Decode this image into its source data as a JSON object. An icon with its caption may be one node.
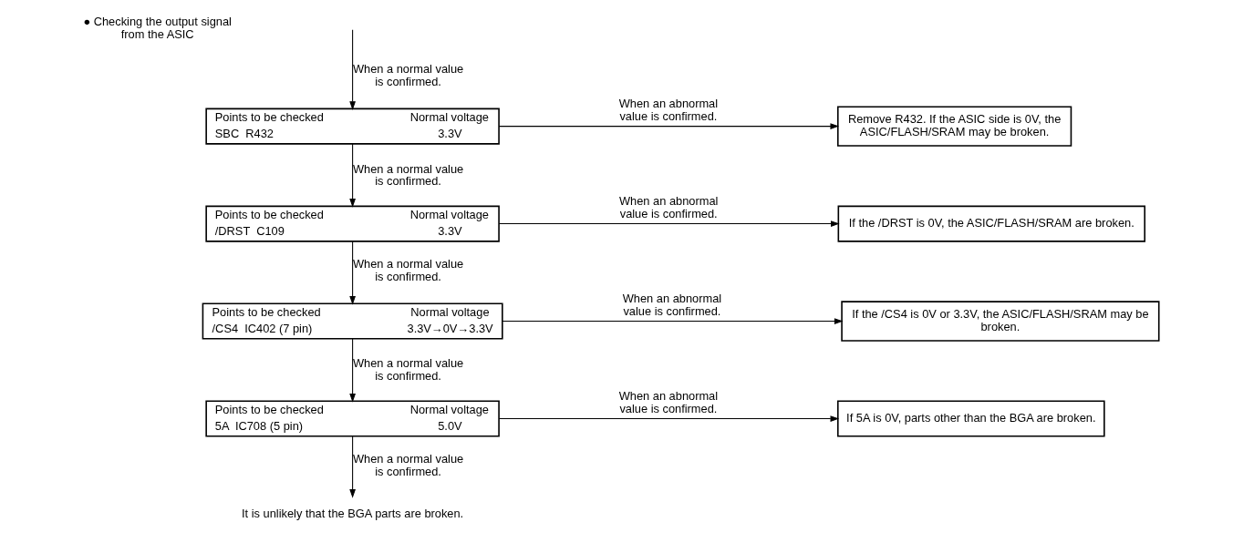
{
  "diagram": {
    "nodes": [
      {
        "text": [
          "Points to be checked",
          "SBC  R432",
          "Normal voltage",
          "3.3V"
        ]
      },
      {
        "text": [
          "Remove R432. If the ASIC side is 0V, the ASIC/FLASH/SRAM may be broken."
        ]
      },
      {
        "text": [
          "Points to be checked",
          "/DRST  C109",
          "Normal voltage",
          "3.3V"
        ]
      },
      {
        "text": [
          "If the /DRST is 0V, the ASIC/FLASH/SRAM are broken."
        ]
      },
      {
        "text": [
          "Points to be checked",
          "/CS4  IC402 (7 pin)",
          "Normal voltage",
          "3.3V→0V→3.3V"
        ]
      },
      {
        "text": [
          "If the /CS4 is 0V or 3.3V, the ASIC/FLASH/SRAM may be broken."
        ]
      },
      {
        "text": [
          "Points to be checked",
          "5A  IC708 (5 pin)",
          "Normal voltage",
          "5.0V"
        ]
      },
      {
        "text": [
          "If 5A is 0V, parts other than the BGA are broken."
        ]
      },
      {
        "text": [
          "It is unlikely that the BGA parts are broken."
        ]
      }
    ],
    "edges": [
      {
        "from": null,
        "to": 0,
        "arrow": "to",
        "label": "When a normal value is confirmed."
      },
      {
        "from": 0,
        "to": 1,
        "arrow": "to",
        "label": "When an abnormal value is confirmed."
      },
      {
        "from": 0,
        "to": 2,
        "arrow": "to",
        "label": "When a normal value is confirmed."
      },
      {
        "from": 2,
        "to": 3,
        "arrow": "to",
        "label": "When an abnormal value is confirmed."
      },
      {
        "from": 2,
        "to": 4,
        "arrow": "to",
        "label": "When a normal value is confirmed."
      },
      {
        "from": 4,
        "to": 5,
        "arrow": "to",
        "label": "When an abnormal value is confirmed."
      },
      {
        "from": 4,
        "to": 6,
        "arrow": "to",
        "label": "When a normal value is confirmed."
      },
      {
        "from": 6,
        "to": 7,
        "arrow": "to",
        "label": "When an abnormal value is confirmed."
      },
      {
        "from": 6,
        "to": 8,
        "arrow": "to",
        "label": "When a normal value is confirmed."
      }
    ],
    "labels": [
      "● Checking the output signal from the ASIC"
    ]
  }
}
